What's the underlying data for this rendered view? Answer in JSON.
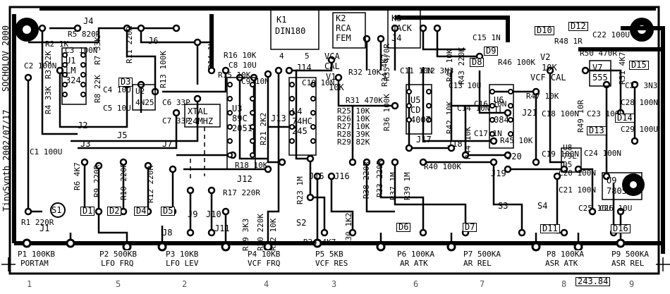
{
  "ics": {
    "u1": [
      "U1",
      "LM",
      "324"
    ],
    "u2": [
      "U2",
      "4N25"
    ],
    "u3": [
      "U3",
      "89C",
      "2051"
    ],
    "u4": [
      "U4",
      "74HC",
      "245"
    ],
    "u5": [
      "U5",
      "CD",
      "4007"
    ],
    "u6": [
      "U6",
      "TL",
      "084"
    ],
    "u7": [
      "V7",
      "555"
    ],
    "u8": [
      "U8",
      "79L",
      "05"
    ],
    "u9": [
      "U9",
      "7805"
    ],
    "xtal": [
      "XTAL",
      "24MHZ"
    ],
    "v1": [
      "V1",
      "10K"
    ],
    "v2": [
      "V2",
      "10K",
      "VCF CAL"
    ]
  },
  "connectors": {
    "k1": [
      "K1",
      "DIN180"
    ],
    "k2": [
      "K2",
      "RCA",
      "FEM"
    ],
    "k3": [
      "K3",
      "JACK",
      "J4"
    ],
    "pin4": "4",
    "pin5": "5",
    "vca_cal": [
      "VCA",
      "CAL"
    ]
  },
  "resistors": {
    "r1": "R1 220R",
    "r2": "R2 1K",
    "r3": "R3 22K",
    "r4": "R4 33K",
    "r5": "R5 820R",
    "r6": "R6 4K7",
    "r7": "R7 33K",
    "r8": "R8 22K",
    "r9": "R9 220R",
    "r10": "R10 220R",
    "r11": "R11 220R",
    "r12": "R12 220R",
    "r13": "R13 100K",
    "r14": "R14 1K",
    "r15": "R15 10K",
    "r16": "R16 10K",
    "r17": "R17 220R",
    "r18": "R18 10K",
    "r19": "R19 3K3",
    "r20": "R20 220K",
    "r21": "R21 2K2",
    "r22": "R22 10K",
    "r23": "R23 1M",
    "r24": "R24 4K7",
    "r25": "R25 10K",
    "r26": "R26 10K",
    "r27": "R27 10K",
    "r28": "R28 39K",
    "r29": "R29 82K",
    "r30": "R30 1K2",
    "r31": "R31 470K",
    "r32": "R32 10K",
    "r33": "R33 220R",
    "r34": "R34 4K7",
    "r35": "R35 4/0R",
    "r36": "R36 100K",
    "r37": "R37 1M",
    "r38": "R38 220R",
    "r39": "R39 1M",
    "r40": "R40 100K",
    "r41": "R41 10K",
    "r42": "R42 10K",
    "r43": "R43 220K",
    "r44": "R44 10K",
    "r45": "R45 10K",
    "r46": "R46 100K",
    "r47": "R47 10K",
    "r48": "R48 1R",
    "r49": "R49 10R",
    "r50": "R50 470R",
    "r51": "R51 4K7"
  },
  "capacitors": {
    "c1": "C1 100U",
    "c2": "C2 100N",
    "c3": "C3 100N",
    "c4": "C4 10U",
    "c5": "C5 10U",
    "c6": "C6 33P",
    "c7": "C7 33P",
    "c8": "C8 10U",
    "c9": "C9 10N",
    "c10": "C10 10N",
    "c11": "C11 10N",
    "c12": "C12 3N3",
    "c13": "C13 10U",
    "c14": "C14 10N",
    "c15": "C15 1N",
    "c16": "C16 10N",
    "c17": "C17 1N",
    "c18": "C18 100N",
    "c19": "C19 100N",
    "c20": "C20 100N",
    "c21": "C21 100N",
    "c22": "C22 100U",
    "c23": "C23 100U",
    "c24": "C24 100N",
    "c25": "C25 10U",
    "c26": "C26 10U",
    "c27": "C27 3N3",
    "c28": "C28 100N",
    "c29": "C29 100U"
  },
  "diodes": [
    "D1",
    "D2",
    "D3",
    "D4",
    "D5",
    "D6",
    "D7",
    "D8",
    "D9",
    "D10",
    "D11",
    "D12",
    "D13",
    "D14",
    "D15",
    "D16"
  ],
  "jumpers": {
    "j1": "J1",
    "j2": "J2",
    "j3": "J3",
    "j4": "J4",
    "j5": "J5",
    "j6": "J6",
    "j7": "J7",
    "j8": "J8",
    "j9": "J9",
    "j10": "J10",
    "j11": "J11",
    "j12": "J12",
    "j13": "J13",
    "j14": "J14",
    "j15": "J15",
    "j16": "J16",
    "j17": "J17",
    "j18": "J18",
    "j19": "J19",
    "j20": "J20",
    "j21": "J21"
  },
  "switches": {
    "s1": "S1",
    "s2": "S2",
    "s3": "S3",
    "s4": "S4"
  },
  "pots": [
    [
      "P1 100KB",
      "PORTAM"
    ],
    [
      "P2 500KB",
      "LFO FRQ"
    ],
    [
      "P3 10KB",
      "LFO LEV"
    ],
    [
      "P4 10KB",
      "VCF FRQ"
    ],
    [
      "P5 5KB",
      "VCF RES"
    ],
    [
      "P6 100KA",
      "AR ATK"
    ],
    [
      "P7 500KA",
      "AR REL"
    ],
    [
      "P8 100KA",
      "ASR ATK"
    ],
    [
      "P9 500KA",
      "ASR REL"
    ]
  ],
  "side_text": "TinySynth 2002/07/17",
  "side_mark": "SOCHOLOV 2000",
  "board_tag": "243.84",
  "bottom_marks": [
    "1",
    "5",
    "2",
    "4",
    "3",
    "6",
    "7",
    "8",
    "9"
  ],
  "colors": {
    "copper": "#000000",
    "board": "#ffffff",
    "pad": "#ffffff"
  }
}
